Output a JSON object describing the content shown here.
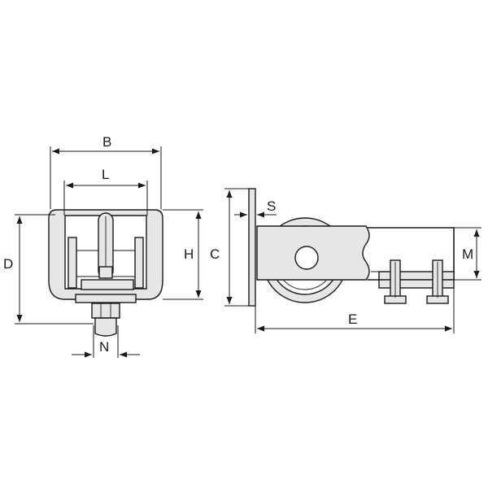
{
  "labels": {
    "B": "B",
    "L": "L",
    "D": "D",
    "H": "H",
    "N": "N",
    "C": "C",
    "S": "S",
    "M": "M",
    "E": "E"
  },
  "colors": {
    "line": "#1a1a1a",
    "part_fill": "#e6e6e6",
    "background": "#ffffff"
  }
}
